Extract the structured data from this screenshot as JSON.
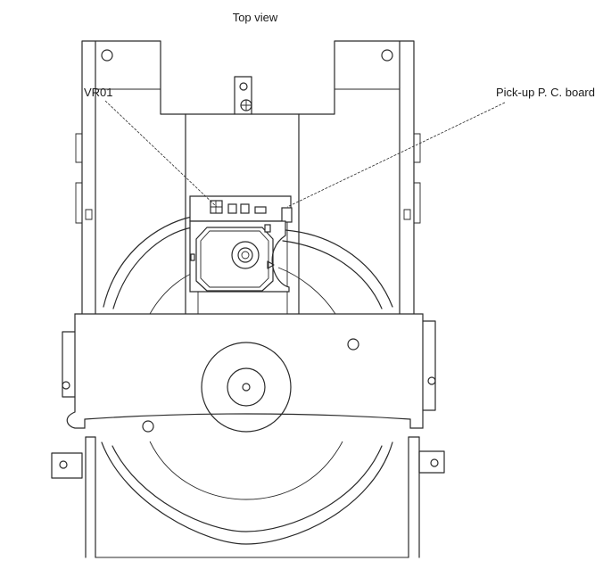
{
  "diagram": {
    "view_title": "Top view",
    "callouts": [
      {
        "id": "vr01",
        "label": "VR01"
      },
      {
        "id": "pickup-board",
        "label": "Pick-up P. C. board"
      }
    ]
  }
}
